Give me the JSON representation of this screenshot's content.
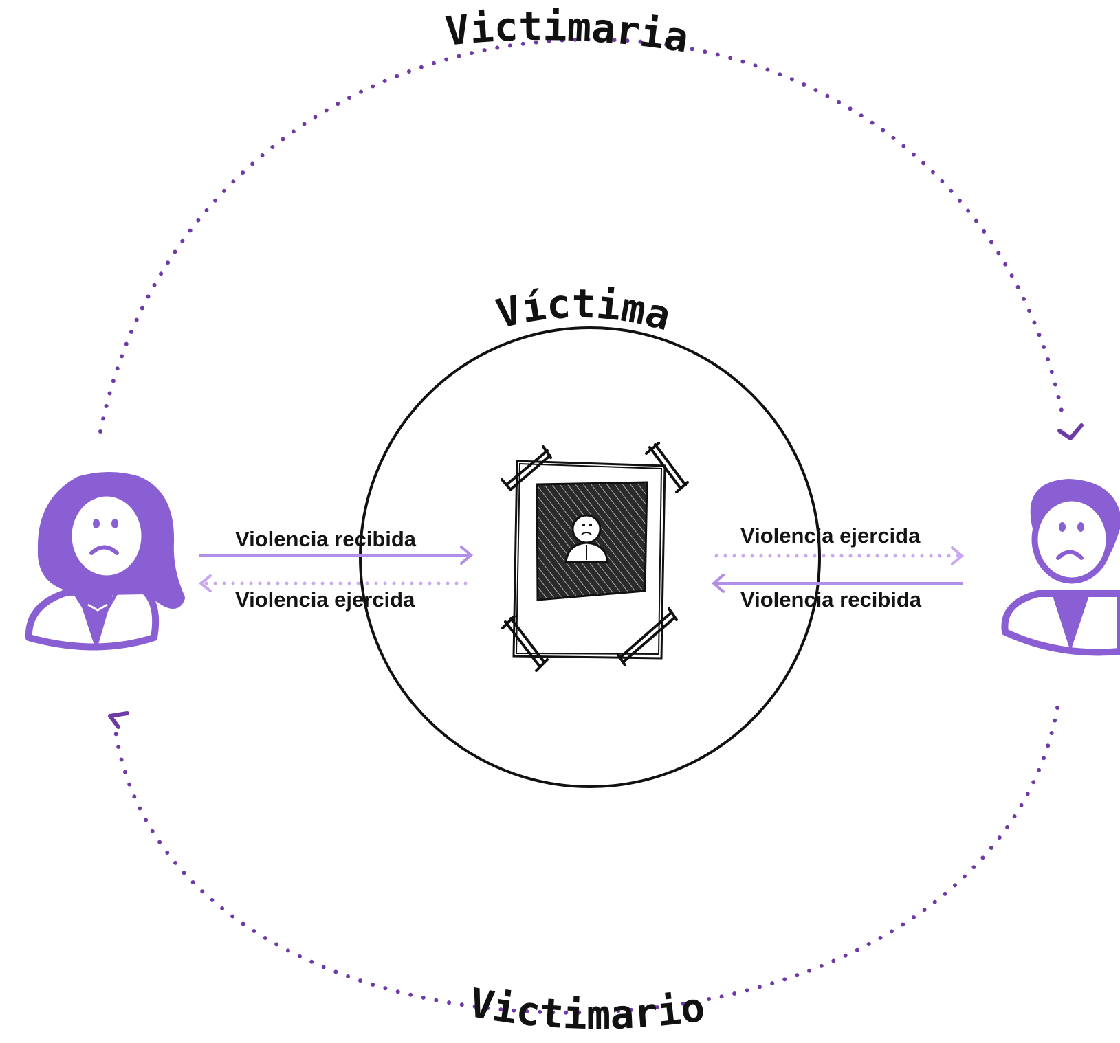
{
  "labels": {
    "top_arc": "Victimaria",
    "bottom_arc": "Victimario",
    "center": "Víctima"
  },
  "left_arrows": {
    "solid": "Violencia recibida",
    "dotted": "Violencia ejercida"
  },
  "right_arrows": {
    "dotted": "Violencia ejercida",
    "solid": "Violencia recibida"
  },
  "colors": {
    "accent": "#8a5fd3",
    "arrow": "#b18ee8",
    "dots": "#6e3aa5",
    "ink": "#111111"
  },
  "icons": {
    "left": "woman-sad-icon",
    "right": "man-sad-icon",
    "center": "framed-photo-icon"
  }
}
